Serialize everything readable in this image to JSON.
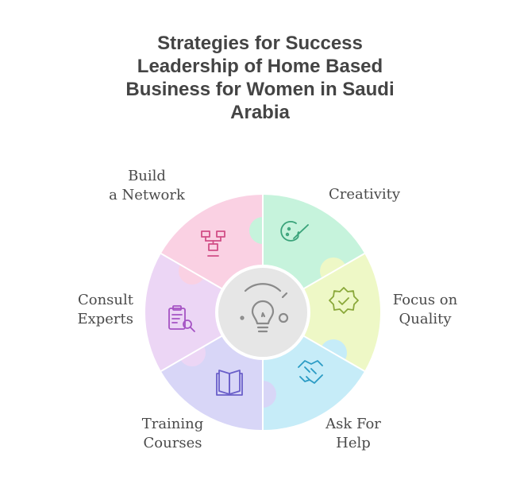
{
  "title_lines": [
    "Strategies for Success",
    "Leadership of Home Based",
    "Business for Women in Saudi",
    "Arabia"
  ],
  "segments": [
    {
      "id": "creativity",
      "lines": [
        "Creativity"
      ],
      "color": "#c6f3dc",
      "icon": "paint-palette-icon",
      "icon_color": "#3aa37a"
    },
    {
      "id": "focus-on-quality",
      "lines": [
        "Focus on",
        "Quality"
      ],
      "color": "#eef8c6",
      "icon": "badge-check-icon",
      "icon_color": "#8aa83a"
    },
    {
      "id": "ask-for-help",
      "lines": [
        "Ask For",
        "Help"
      ],
      "color": "#c6ecf8",
      "icon": "handshake-icon",
      "icon_color": "#2a9bc4"
    },
    {
      "id": "training-courses",
      "lines": [
        "Training",
        "Courses"
      ],
      "color": "#d8d6f7",
      "icon": "book-open-icon",
      "icon_color": "#6a5fc9"
    },
    {
      "id": "consult-experts",
      "lines": [
        "Consult",
        "Experts"
      ],
      "color": "#ecd6f5",
      "icon": "clipboard-search-icon",
      "icon_color": "#a553c4"
    },
    {
      "id": "build-a-network",
      "lines": [
        "Build",
        "a Network"
      ],
      "color": "#fad1e3",
      "icon": "network-icon",
      "icon_color": "#d14e86"
    }
  ],
  "center": {
    "icon": "lightbulb-idea-icon",
    "color": "#e6e6e6",
    "icon_color": "#8a8a8a"
  }
}
